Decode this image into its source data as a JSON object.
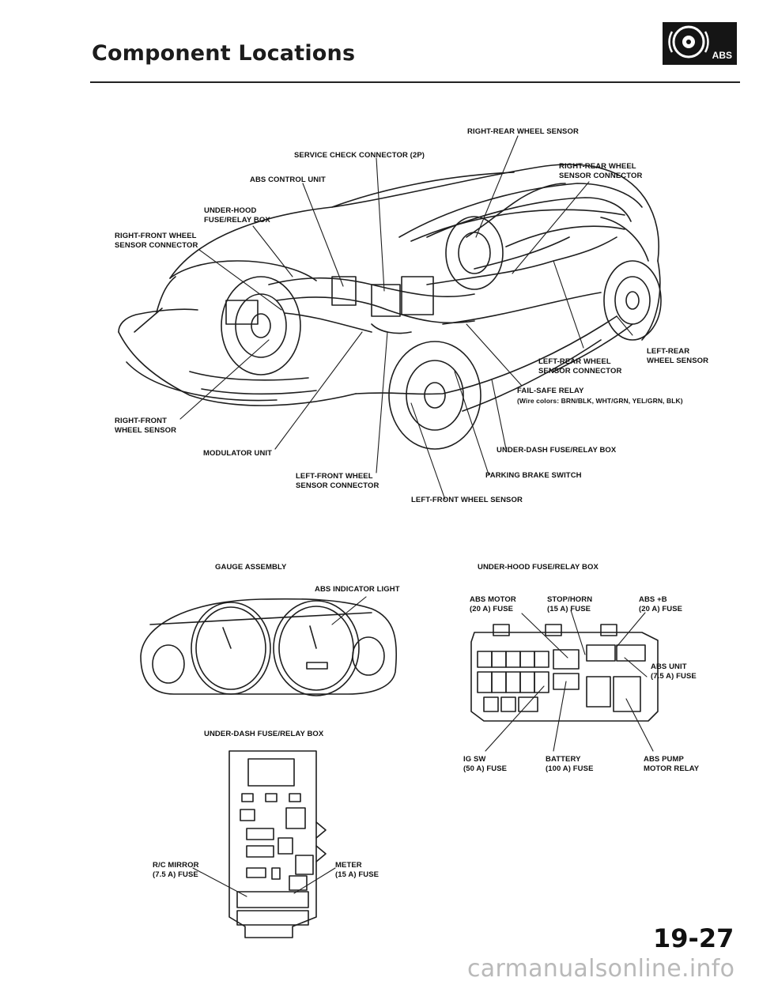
{
  "header": {
    "title": "Component Locations",
    "badge_text": "ABS"
  },
  "car_view": {
    "labels": {
      "right_rear_wheel_sensor": "RIGHT-REAR WHEEL SENSOR",
      "service_check_connector": "SERVICE CHECK CONNECTOR (2P)",
      "right_rear_wheel_sensor_connector": "RIGHT-REAR WHEEL\nSENSOR CONNECTOR",
      "abs_control_unit": "ABS CONTROL UNIT",
      "under_hood_fuse_relay_box": "UNDER-HOOD\nFUSE/RELAY BOX",
      "right_front_wheel_sensor_connector": "RIGHT-FRONT WHEEL\nSENSOR CONNECTOR",
      "left_rear_wheel_sensor": "LEFT-REAR\nWHEEL SENSOR",
      "left_rear_wheel_sensor_connector": "LEFT-REAR WHEEL\nSENSOR CONNECTOR",
      "fail_safe_relay": "FAIL-SAFE RELAY",
      "fail_safe_wire_colors": "(Wire colors: BRN/BLK, WHT/GRN, YEL/GRN, BLK)",
      "right_front_wheel_sensor": "RIGHT-FRONT\nWHEEL SENSOR",
      "modulator_unit": "MODULATOR UNIT",
      "under_dash_fuse_relay_box": "UNDER-DASH FUSE/RELAY BOX",
      "left_front_wheel_sensor_connector": "LEFT-FRONT WHEEL\nSENSOR CONNECTOR",
      "parking_brake_switch": "PARKING BRAKE SWITCH",
      "left_front_wheel_sensor": "LEFT-FRONT WHEEL SENSOR"
    }
  },
  "gauge_view": {
    "title": "GAUGE ASSEMBLY",
    "abs_indicator_light": "ABS INDICATOR LIGHT"
  },
  "under_hood_box_view": {
    "title": "UNDER-HOOD FUSE/RELAY BOX",
    "abs_motor_fuse": "ABS MOTOR\n(20 A) FUSE",
    "stop_horn_fuse": "STOP/HORN\n(15 A) FUSE",
    "abs_b_fuse": "ABS +B\n(20 A) FUSE",
    "abs_unit_fuse": "ABS UNIT\n(7.5 A) FUSE",
    "ig_sw_fuse": "IG SW\n(50 A) FUSE",
    "battery_fuse": "BATTERY\n(100 A) FUSE",
    "abs_pump_motor_relay": "ABS PUMP\nMOTOR RELAY"
  },
  "under_dash_box_view": {
    "title": "UNDER-DASH FUSE/RELAY BOX",
    "rc_mirror_fuse": "R/C MIRROR\n(7.5 A) FUSE",
    "meter_fuse": "METER\n(15 A) FUSE"
  },
  "footer": {
    "page_number": "19-27",
    "watermark": "carmanualsonline.info"
  },
  "colors": {
    "ink": "#111111",
    "badge_background": "#151515",
    "watermark": "#b9b9b9"
  }
}
